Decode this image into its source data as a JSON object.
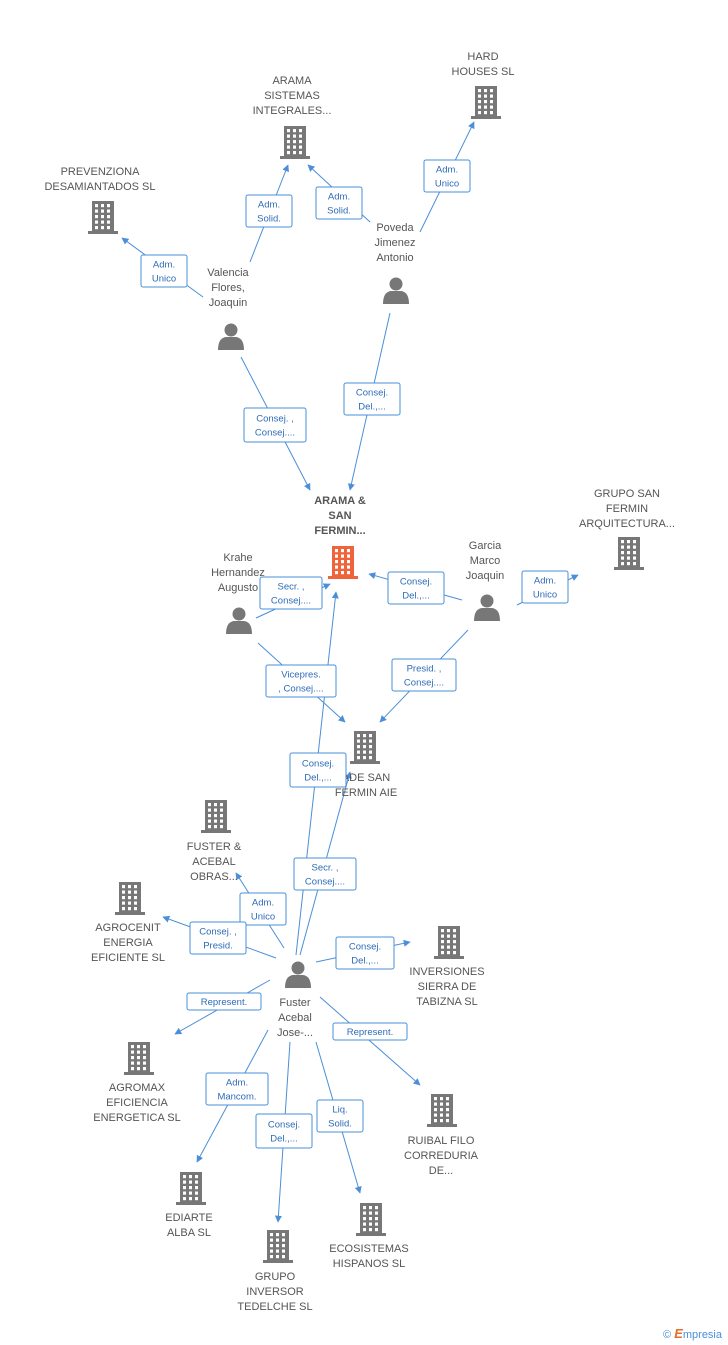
{
  "colors": {
    "edge": "#4a8fd8",
    "company": "#777777",
    "main": "#f0643c",
    "person": "#777777"
  },
  "nodes": [
    {
      "id": "arama_sistemas",
      "type": "company",
      "label": [
        "ARAMA",
        "SISTEMAS",
        "INTEGRALES..."
      ]
    },
    {
      "id": "hard_houses",
      "type": "company",
      "label": [
        "HARD",
        "HOUSES SL"
      ]
    },
    {
      "id": "prevenziona",
      "type": "company",
      "label": [
        "PREVENZIONA",
        "DESAMIANTADOS SL"
      ]
    },
    {
      "id": "valencia",
      "type": "person",
      "label": [
        "Valencia",
        "Flores,",
        "Joaquin"
      ]
    },
    {
      "id": "poveda",
      "type": "person",
      "label": [
        "Poveda",
        "Jimenez",
        "Antonio"
      ]
    },
    {
      "id": "arama_sf",
      "type": "main",
      "label": [
        "ARAMA &",
        "SAN",
        "FERMIN..."
      ]
    },
    {
      "id": "grupo_sf",
      "type": "company",
      "label": [
        "GRUPO SAN",
        "FERMIN",
        "ARQUITECTURA..."
      ]
    },
    {
      "id": "krahe",
      "type": "person",
      "label": [
        "Krahe",
        "Hernandez",
        "Augusto"
      ]
    },
    {
      "id": "garcia",
      "type": "person",
      "label": [
        "Garcia",
        "Marco",
        "Joaquin"
      ]
    },
    {
      "id": "ade_sf",
      "type": "company",
      "label": [
        "ADE SAN",
        "FERMIN AIE"
      ]
    },
    {
      "id": "fuster_obras",
      "type": "company",
      "label": [
        "FUSTER &",
        "ACEBAL",
        "OBRAS..."
      ]
    },
    {
      "id": "agrocenit",
      "type": "company",
      "label": [
        "AGROCENIT",
        "ENERGIA",
        "EFICIENTE SL"
      ]
    },
    {
      "id": "inversiones",
      "type": "company",
      "label": [
        "INVERSIONES",
        "SIERRA DE",
        "TABIZNA SL"
      ]
    },
    {
      "id": "fuster",
      "type": "person",
      "label": [
        "Fuster",
        "Acebal",
        "Jose-..."
      ]
    },
    {
      "id": "agromax",
      "type": "company",
      "label": [
        "AGROMAX",
        "EFICIENCIA",
        "ENERGETICA SL"
      ]
    },
    {
      "id": "ruibal",
      "type": "company",
      "label": [
        "RUIBAL FILO",
        "CORREDURIA",
        "DE..."
      ]
    },
    {
      "id": "ediarte",
      "type": "company",
      "label": [
        "EDIARTE",
        "ALBA SL"
      ]
    },
    {
      "id": "ecosistemas",
      "type": "company",
      "label": [
        "ECOSISTEMAS",
        "HISPANOS SL"
      ]
    },
    {
      "id": "grupo_inversor",
      "type": "company",
      "label": [
        "GRUPO",
        "INVERSOR",
        "TEDELCHE SL"
      ]
    }
  ],
  "edges": [
    {
      "from": "valencia",
      "to": "arama_sistemas",
      "label": [
        "Adm.",
        "Solid."
      ]
    },
    {
      "from": "poveda",
      "to": "arama_sistemas",
      "label": [
        "Adm.",
        "Solid."
      ]
    },
    {
      "from": "poveda",
      "to": "hard_houses",
      "label": [
        "Adm.",
        "Unico"
      ]
    },
    {
      "from": "valencia",
      "to": "prevenziona",
      "label": [
        "Adm.",
        "Unico"
      ]
    },
    {
      "from": "valencia",
      "to": "arama_sf",
      "label": [
        "Consej. ,",
        "Consej...."
      ]
    },
    {
      "from": "poveda",
      "to": "arama_sf",
      "label": [
        "Consej.",
        "Del.,..."
      ]
    },
    {
      "from": "garcia",
      "to": "arama_sf",
      "label": [
        "Consej.",
        "Del.,..."
      ]
    },
    {
      "from": "garcia",
      "to": "grupo_sf",
      "label": [
        "Adm.",
        "Unico"
      ]
    },
    {
      "from": "krahe",
      "to": "arama_sf",
      "label": [
        "Secr. ,",
        "Consej...."
      ]
    },
    {
      "from": "krahe",
      "to": "ade_sf",
      "label": [
        "Vicepres.",
        ", Consej...."
      ]
    },
    {
      "from": "garcia",
      "to": "ade_sf",
      "label": [
        "Presid. ,",
        "Consej...."
      ]
    },
    {
      "from": "fuster",
      "to": "arama_sf",
      "label": [
        "Consej.",
        "Del.,..."
      ]
    },
    {
      "from": "fuster",
      "to": "ade_sf",
      "label": [
        "Secr. ,",
        "Consej...."
      ]
    },
    {
      "from": "fuster",
      "to": "fuster_obras",
      "label": [
        "Adm.",
        "Unico"
      ]
    },
    {
      "from": "fuster",
      "to": "agrocenit",
      "label": [
        "Consej. ,",
        "Presid."
      ]
    },
    {
      "from": "fuster",
      "to": "inversiones",
      "label": [
        "Consej.",
        "Del.,..."
      ]
    },
    {
      "from": "fuster",
      "to": "agromax",
      "label": [
        "Represent."
      ]
    },
    {
      "from": "fuster",
      "to": "ruibal",
      "label": [
        "Represent."
      ]
    },
    {
      "from": "fuster",
      "to": "ediarte",
      "label": [
        "Adm.",
        "Mancom."
      ]
    },
    {
      "from": "fuster",
      "to": "grupo_inversor",
      "label": [
        "Consej.",
        "Del.,..."
      ]
    },
    {
      "from": "fuster",
      "to": "ecosistemas",
      "label": [
        "Liq.",
        "Solid."
      ]
    }
  ],
  "footer": {
    "copyright": "©",
    "brand_initial": "E",
    "brand_rest": "mpresia"
  }
}
